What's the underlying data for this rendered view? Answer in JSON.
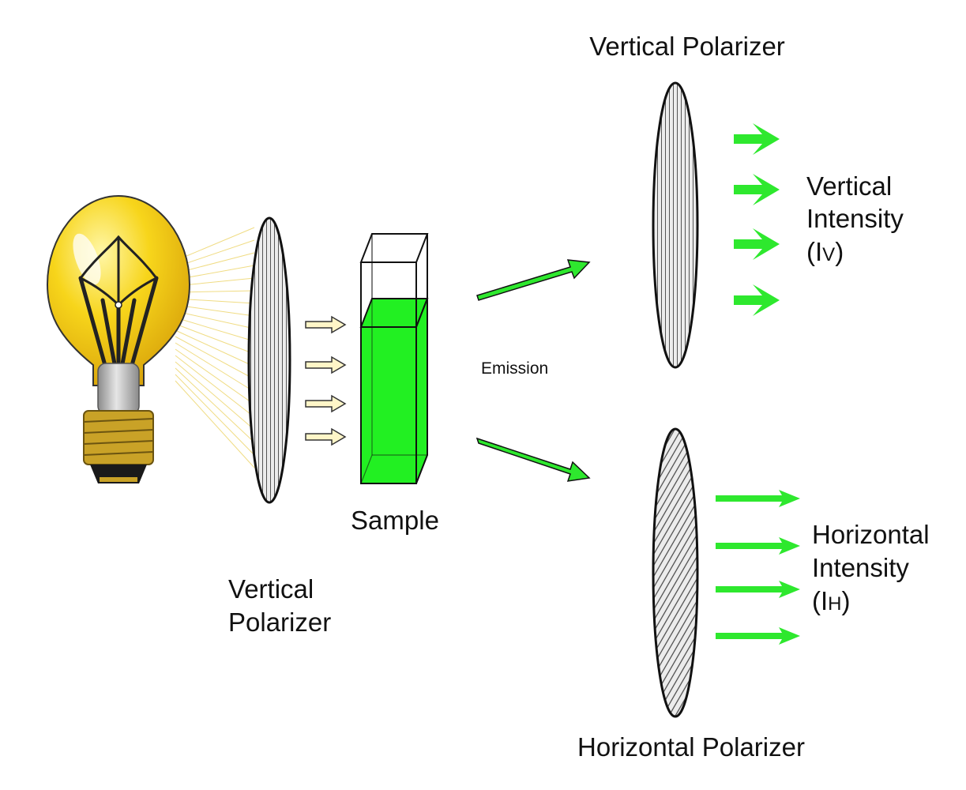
{
  "labels": {
    "vertical_polarizer_top": "Vertical Polarizer",
    "vertical_intensity_line1": "Vertical",
    "vertical_intensity_line2": "Intensity",
    "vertical_intensity_symbol_open": "(I",
    "vertical_intensity_symbol_sub": "V",
    "vertical_intensity_symbol_close": ")",
    "emission": "Emission",
    "sample": "Sample",
    "vertical_polarizer_bottom_line1": "Vertical",
    "vertical_polarizer_bottom_line2": "Polarizer",
    "horizontal_intensity_line1": "Horizontal",
    "horizontal_intensity_line2": "Intensity",
    "horizontal_intensity_symbol_open": "(I",
    "horizontal_intensity_symbol_sub": "H",
    "horizontal_intensity_symbol_close": ")",
    "horizontal_polarizer": "Horizontal Polarizer"
  },
  "colors": {
    "emission_green": "#2ee82e",
    "sample_green": "#22f022",
    "bulb_yellow": "#f7d51b",
    "excitation_arrow_fill": "#fff6c8",
    "polarizer_fill": "#e6e6e6",
    "outline": "#111111"
  },
  "icons": {
    "light_source": "light-bulb-icon"
  }
}
